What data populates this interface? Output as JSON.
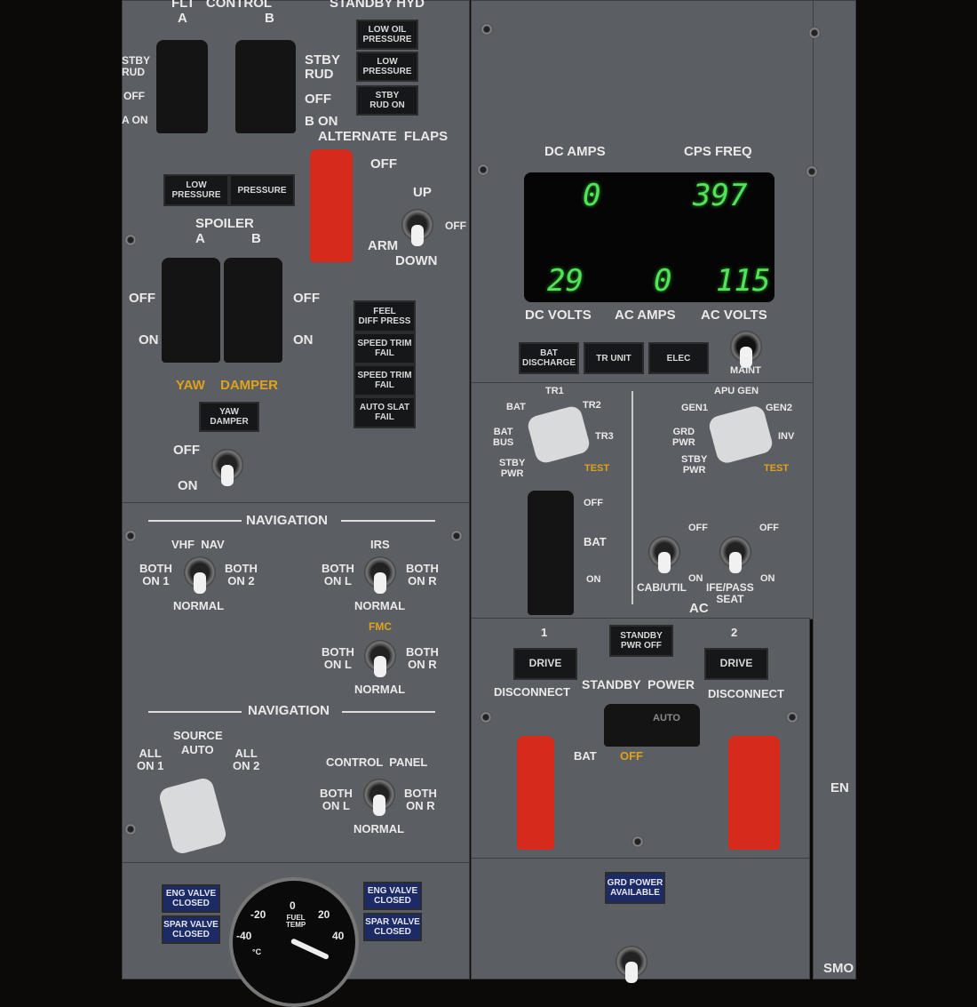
{
  "flt_control": {
    "title": "FLT   CONTROL",
    "a": "A",
    "b": "B",
    "stby_rud_left": "STBY\nRUD",
    "off_left": "OFF",
    "a_on": "A ON",
    "stby_rud": "STBY\nRUD",
    "off": "OFF",
    "b_on": "B ON",
    "low_pressure_a": "LOW\nPRESSURE",
    "low_pressure_b": "PRESSURE"
  },
  "standby_hyd": {
    "title": "STANDBY HYD",
    "low_oil_pressure": "LOW OIL\nPRESSURE",
    "low_pressure": "LOW\nPRESSURE",
    "stby_rud_on": "STBY\nRUD ON"
  },
  "alternate_flaps": {
    "title": "ALTERNATE  FLAPS",
    "off": "OFF",
    "up": "UP",
    "off_right": "OFF",
    "arm": "ARM",
    "down": "DOWN"
  },
  "spoiler": {
    "title": "SPOILER",
    "a": "A",
    "b": "B",
    "off_left": "OFF",
    "on_left": "ON",
    "off_right": "OFF",
    "on_right": "ON"
  },
  "yaw_damper": {
    "label_left": "YAW",
    "label_right": "DAMPER",
    "annunciator": "YAW\nDAMPER",
    "off": "OFF",
    "on": "ON"
  },
  "annunciators_mid": [
    "FEEL\nDIFF PRESS",
    "SPEED TRIM\nFAIL",
    "SPEED TRIM\nFAIL",
    "AUTO SLAT\nFAIL"
  ],
  "navigation1": {
    "title": "NAVIGATION",
    "vhf_nav": "VHF  NAV",
    "both_on_1": "BOTH\nON 1",
    "both_on_2": "BOTH\nON 2",
    "normal": "NORMAL",
    "irs": "IRS",
    "irs_both_on_l": "BOTH\nON L",
    "irs_both_on_r": "BOTH\nON R",
    "irs_normal": "NORMAL",
    "fmc": "FMC",
    "fmc_both_on_l": "BOTH\nON L",
    "fmc_both_on_r": "BOTH\nON R",
    "fmc_normal": "NORMAL"
  },
  "navigation2": {
    "title": "NAVIGATION",
    "source": "SOURCE",
    "auto": "AUTO",
    "all_on_1": "ALL\nON 1",
    "all_on_2": "ALL\nON 2",
    "control_panel": "CONTROL  PANEL",
    "both_on_l": "BOTH\nON L",
    "both_on_r": "BOTH\nON R",
    "normal": "NORMAL"
  },
  "fuel": {
    "eng_valve_closed_l": "ENG VALVE\nCLOSED",
    "spar_valve_closed_l": "SPAR VALVE\nCLOSED",
    "eng_valve_closed_r": "ENG VALVE\nCLOSED",
    "spar_valve_closed_r": "SPAR VALVE\nCLOSED",
    "gauge_label": "FUEL\nTEMP",
    "gauge_unit": "°C",
    "ticks": [
      "-40",
      "-20",
      "0",
      "20",
      "40"
    ]
  },
  "electrical_meters": {
    "dc_amps_label": "DC AMPS",
    "cps_freq_label": "CPS FREQ",
    "dc_volts_label": "DC VOLTS",
    "ac_amps_label": "AC AMPS",
    "ac_volts_label": "AC VOLTS",
    "dc_amps": "0",
    "cps_freq": "397",
    "dc_volts": "29",
    "ac_amps": "0",
    "ac_volts": "115",
    "display_color": "#52e35a"
  },
  "elec_annunciators": {
    "bat_discharge": "BAT\nDISCHARGE",
    "tr_unit": "TR UNIT",
    "elec": "ELEC",
    "maint": "MAINT"
  },
  "dc_selector": {
    "bat": "BAT",
    "tr1": "TR1",
    "tr2": "TR2",
    "bat_bus": "BAT\nBUS",
    "tr3": "TR3",
    "stby_pwr": "STBY\nPWR",
    "test": "TEST"
  },
  "ac_selector": {
    "apu_gen": "APU GEN",
    "gen1": "GEN1",
    "gen2": "GEN2",
    "grd_pwr": "GRD\nPWR",
    "inv": "INV",
    "stby_pwr": "STBY\nPWR",
    "test": "TEST"
  },
  "battery": {
    "off": "OFF",
    "bat": "BAT",
    "on": "ON"
  },
  "ac_switches": {
    "title": "AC",
    "cab_util": "CAB/UTIL",
    "ife_pass_seat": "IFE/PASS\nSEAT",
    "off1": "OFF",
    "on1": "ON",
    "off2": "OFF",
    "on2": "ON"
  },
  "drive": {
    "one": "1",
    "two": "2",
    "drive1": "DRIVE",
    "drive2": "DRIVE",
    "disconnect1": "DISCONNECT",
    "disconnect2": "DISCONNECT",
    "standby_pwr_off": "STANDBY\nPWR OFF",
    "standby_power": "STANDBY  POWER",
    "bat": "BAT",
    "off": "OFF",
    "auto": "AUTO"
  },
  "grd_power_available": "GRD POWER\nAVAILABLE",
  "right_edge": {
    "en": "EN",
    "smo": "SMO"
  }
}
